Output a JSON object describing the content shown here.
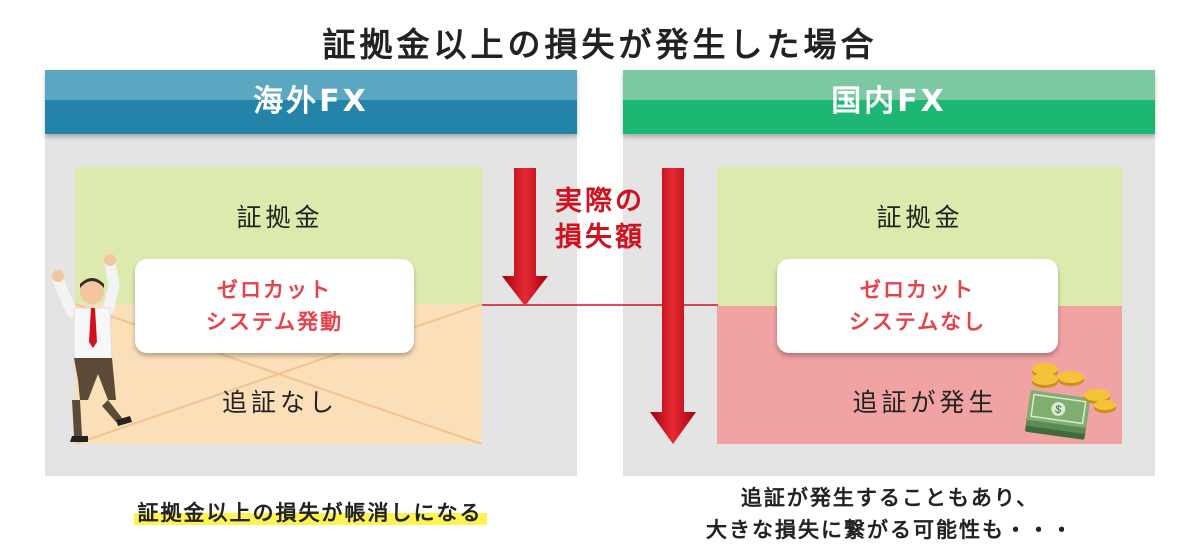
{
  "title": "証拠金以上の損失が発生した場合",
  "left": {
    "header": "海外FX",
    "margin_label": "証拠金",
    "card_line1": "ゼロカット",
    "card_line2": "システム発動",
    "result_label": "追証なし",
    "footer": "証拠金以上の損失が帳消しになる"
  },
  "right": {
    "header": "国内FX",
    "margin_label": "証拠金",
    "card_line1": "ゼロカット",
    "card_line2": "システムなし",
    "result_label": "追証が発生",
    "footer_line1": "追証が発生することもあり、",
    "footer_line2": "大きな損失に繋がる可能性も・・・"
  },
  "center": {
    "line1": "実際の",
    "line2": "損失額"
  },
  "colors": {
    "left_header_top": "#5ba6c1",
    "left_header_bottom": "#2383a8",
    "right_header_top": "#7cc8a2",
    "right_header_bottom": "#1db673",
    "arrow": "#d3101d",
    "card_text": "#e8414b"
  }
}
